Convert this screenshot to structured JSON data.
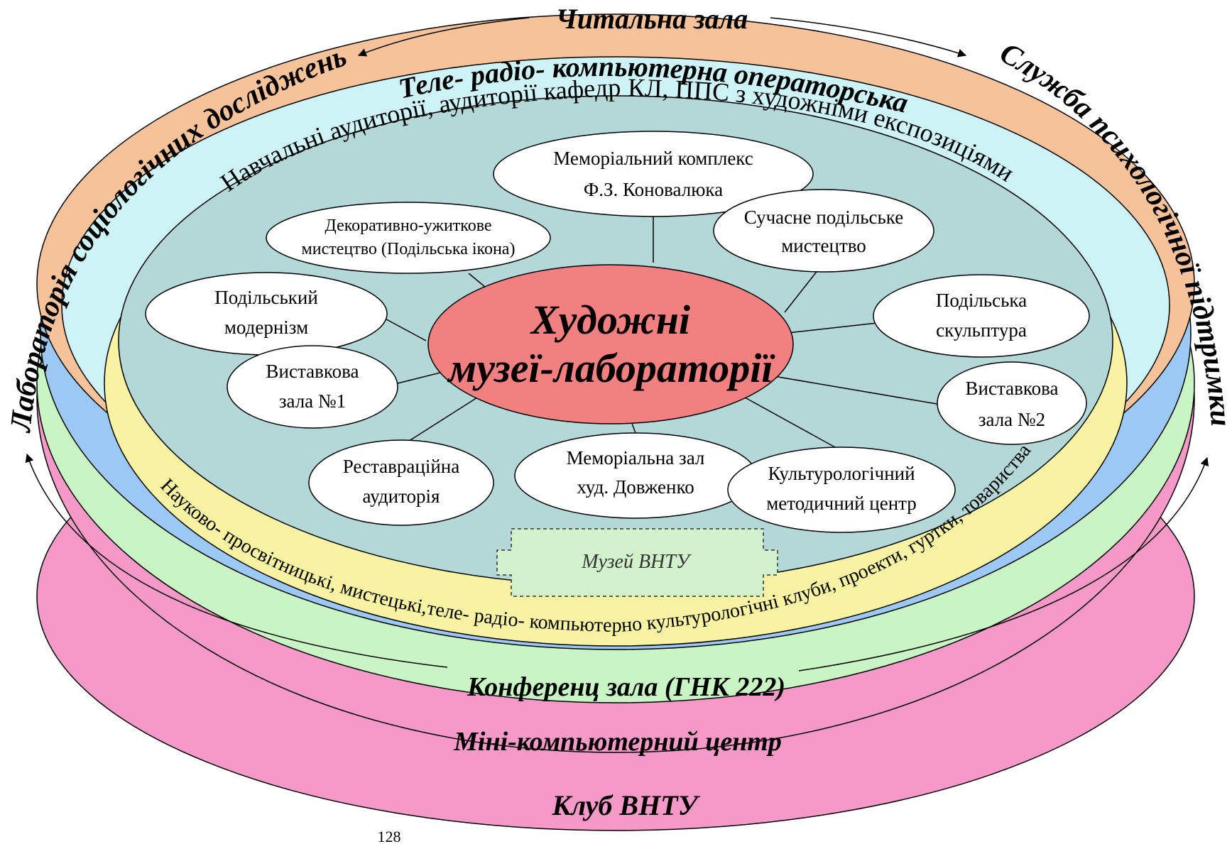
{
  "top_labels": {
    "reading_hall": "Читальна зала",
    "sociology_lab": "Лабораторія соціологічних досліджень",
    "psych_service": "Служба психологічної підтримки",
    "tv_radio": "Теле- радіо- компьютерна операторська"
  },
  "rings": {
    "cyan": "Навчальні аудиторії, аудиторії кафедр КЛ, ППС з художніми експозиціями",
    "yellow": "Науково- просвітницькі, мистецькі,теле- радіо- компьютерно культурологічні клуби, проекти, гуртки, товариства",
    "blue": "Конференц зала (ГНК 222)",
    "green": "Міні-компьютерний центр",
    "pink": "Клуб ВНТУ"
  },
  "center": {
    "line1": "Художні",
    "line2": "музеї-лабораторії"
  },
  "nodes": {
    "memorial_complex": [
      "Меморіальний комплекс",
      "Ф.З. Коновалюка"
    ],
    "decorative": [
      "Декоративно-ужиткове",
      "мистецтво (Подільська ікона)"
    ],
    "modern_art": [
      "Сучасне подільське",
      "мистецтво"
    ],
    "modernism": [
      "Подільський",
      "модернізм"
    ],
    "sculpture": [
      "Подільська",
      "скульптура"
    ],
    "exhibition_1": [
      "Виставкова",
      "зала №1"
    ],
    "exhibition_2": [
      "Виставкова",
      "зала №2"
    ],
    "restoration": [
      "Реставраційна",
      "аудиторія"
    ],
    "memorial_hall": [
      "Меморіальна зал",
      "худ. Довженко"
    ],
    "culture_center": [
      "Культурологічний",
      "методичний центр"
    ]
  },
  "museum_vntu": "Музей ВНТУ",
  "page_number": "128",
  "colors": {
    "pink": "#f59ac8",
    "green": "#c9f5c4",
    "blue": "#9cc8f5",
    "orange": "#f5c29a",
    "cyan": "#cdf3f7",
    "yellow": "#f7f3a2",
    "teal": "#b4d7d8",
    "center": "#f28080",
    "museum": "#d2f2cc"
  }
}
